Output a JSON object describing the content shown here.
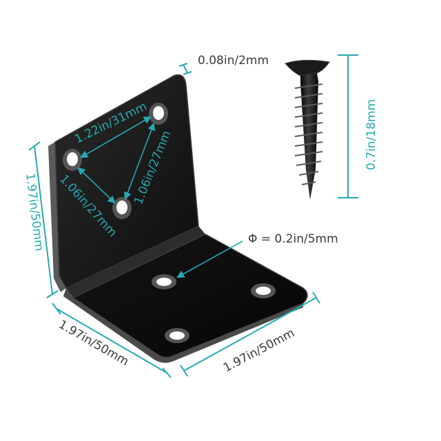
{
  "colors": {
    "accent": "#25a9b0",
    "bracket_dark": "#111111",
    "bracket_edge": "#4a4a4a",
    "text_dark": "#3a3a3a"
  },
  "labels": {
    "thickness": "0.08in/2mm",
    "screw_length": "0.7in/18mm",
    "hole_top_span": "1.22in/31mm",
    "hole_right_span": "1.06in/27mm",
    "hole_left_span": "1.06in/27mm",
    "vertical_height": "1.97in/50mm",
    "hole_diameter": "Φ = 0.2in/5mm",
    "base_left_length": "1.97in/50mm",
    "base_right_length": "1.97in/50mm"
  },
  "icons": {
    "bracket": "l-bracket-icon",
    "screw": "screw-icon"
  }
}
